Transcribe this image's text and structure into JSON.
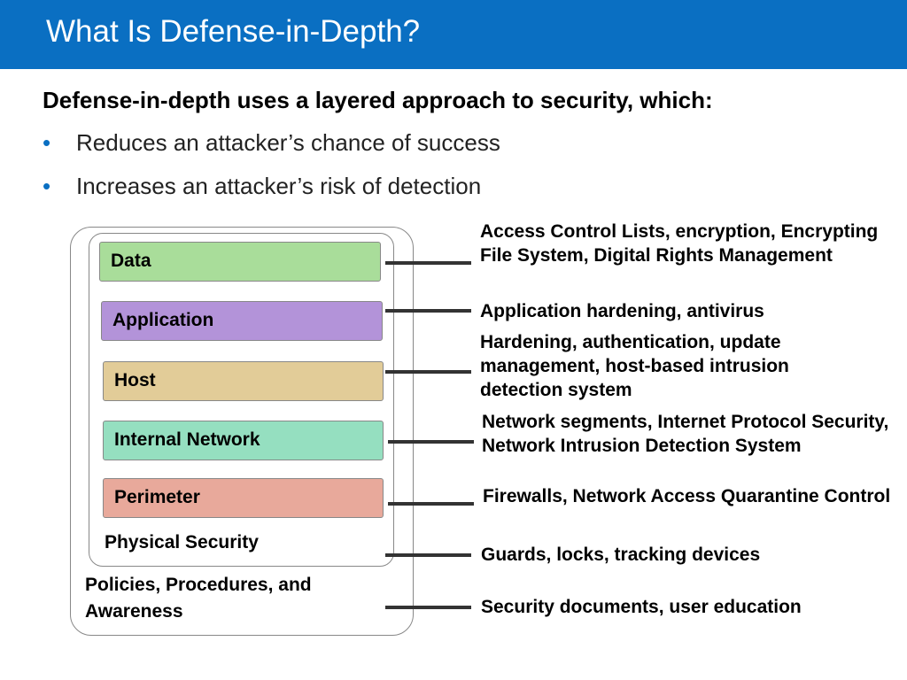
{
  "slide": {
    "title": "What Is Defense-in-Depth?",
    "intro": "Defense-in-depth uses a layered approach to security, which:",
    "bullets": [
      "Reduces an attacker’s chance of success",
      "Increases an attacker’s risk of detection"
    ],
    "bullet_glyph": "•"
  },
  "diagram": {
    "layers": [
      {
        "name": "Data",
        "color": "#a9dd9a"
      },
      {
        "name": "Application",
        "color": "#b393d9"
      },
      {
        "name": "Host",
        "color": "#e2cc98"
      },
      {
        "name": "Internal Network",
        "color": "#95dfc0"
      },
      {
        "name": "Perimeter",
        "color": "#e8a99b"
      }
    ],
    "physical_security": "Physical Security",
    "policies": "Policies, Procedures, and Awareness",
    "descriptions": [
      "Access Control Lists, encryption, Encrypting File System, Digital Rights Management",
      "Application hardening, antivirus",
      "Hardening, authentication, update management, host-based intrusion detection system",
      "Network segments, Internet Protocol Security, Network Intrusion Detection System",
      "Firewalls, Network Access Quarantine Control",
      "Guards, locks, tracking devices",
      "Security documents, user education"
    ]
  },
  "colors": {
    "title_bar": "#0a6fc2",
    "connector": "#333333"
  }
}
